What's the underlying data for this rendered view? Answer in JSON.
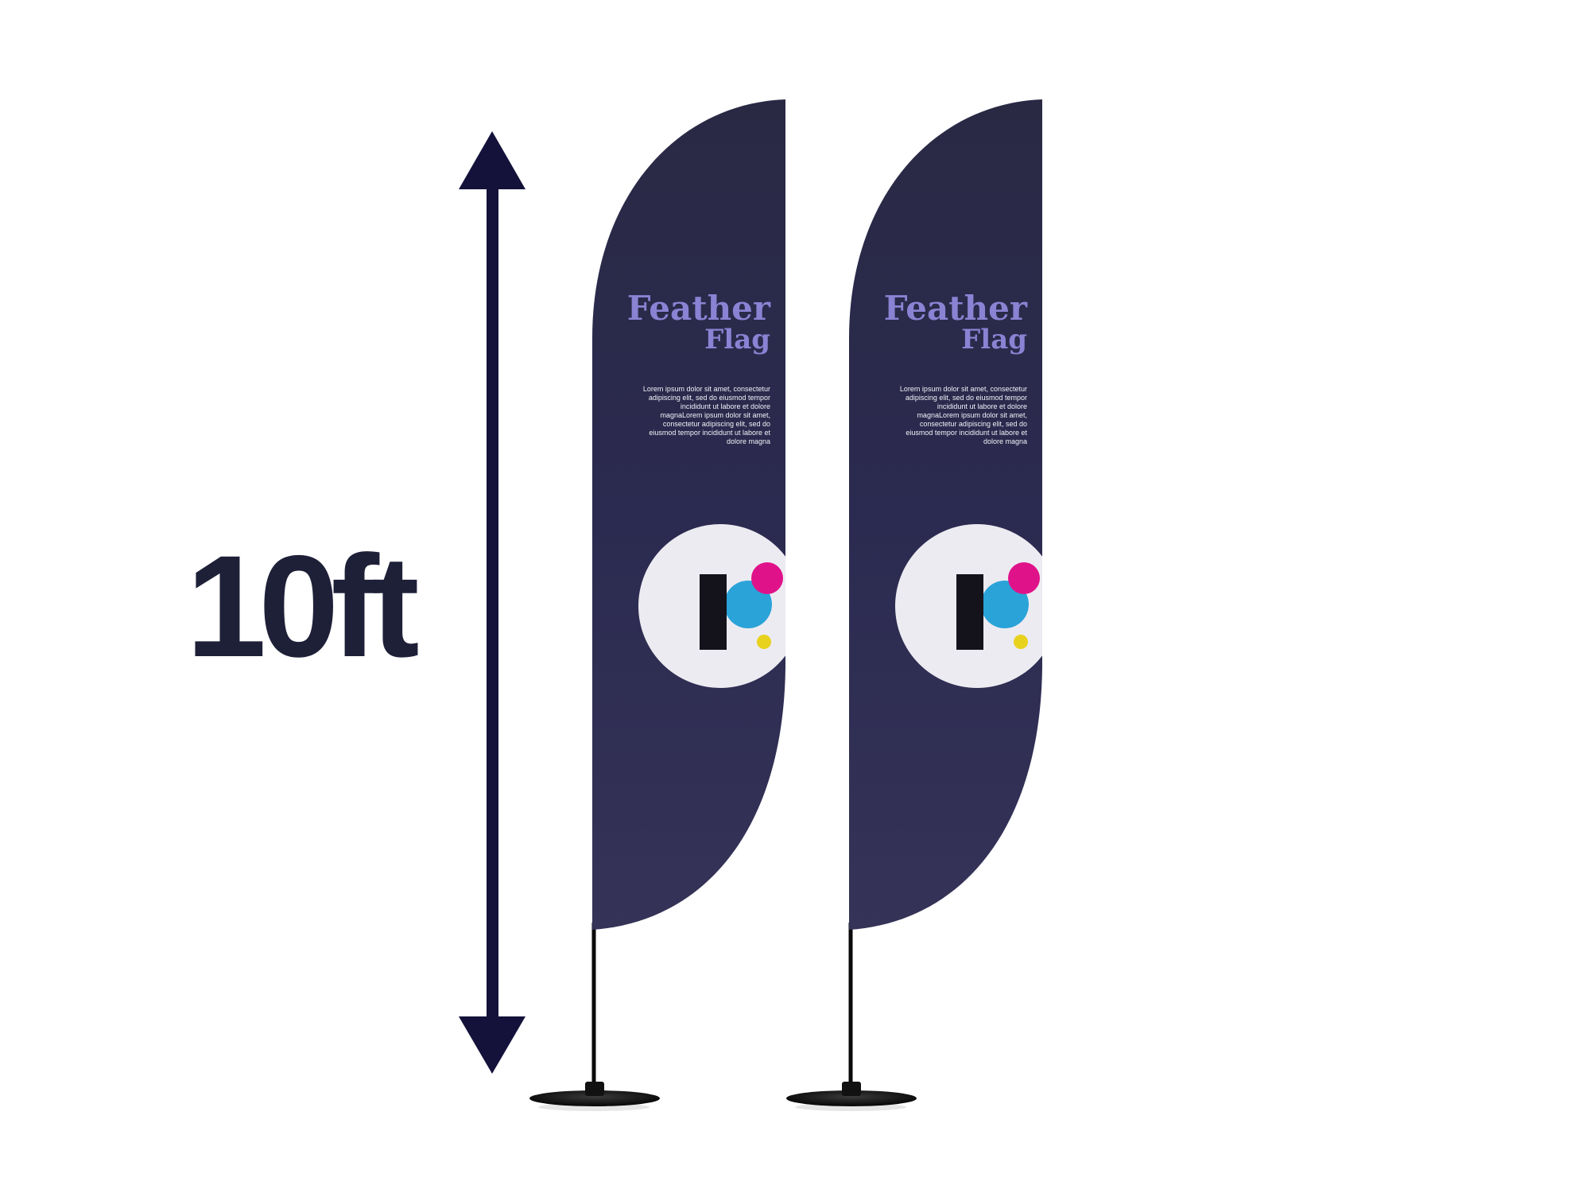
{
  "measurement": {
    "label": "10ft"
  },
  "flags": [
    {
      "title_line1": "Feather",
      "title_line2": "Flag",
      "body_lines": [
        "Lorem ipsum dolor sit amet, consectetur",
        "adipiscing elit, sed do eiusmod tempor",
        "incididunt ut labore et dolore",
        "magnaLorem ipsum dolor sit amet,",
        "consectetur adipiscing elit, sed do",
        "eiusmod tempor incididunt ut labore et",
        "dolore magna"
      ]
    },
    {
      "title_line1": "Feather",
      "title_line2": "Flag",
      "body_lines": [
        "Lorem ipsum dolor sit amet, consectetur",
        "adipiscing elit, sed do eiusmod tempor",
        "incididunt ut labore et dolore",
        "magnaLorem ipsum dolor sit amet,",
        "consectetur adipiscing elit, sed do",
        "eiusmod tempor incididunt ut labore et",
        "dolore magna"
      ]
    }
  ],
  "colors": {
    "flag": "#2d2b4e",
    "arrow": "#14123a",
    "title": "#7b74c4",
    "logo_blue": "#2aa3d8",
    "logo_pink": "#e0128a",
    "logo_yellow": "#e8d21e",
    "logo_bar": "#14131c"
  }
}
